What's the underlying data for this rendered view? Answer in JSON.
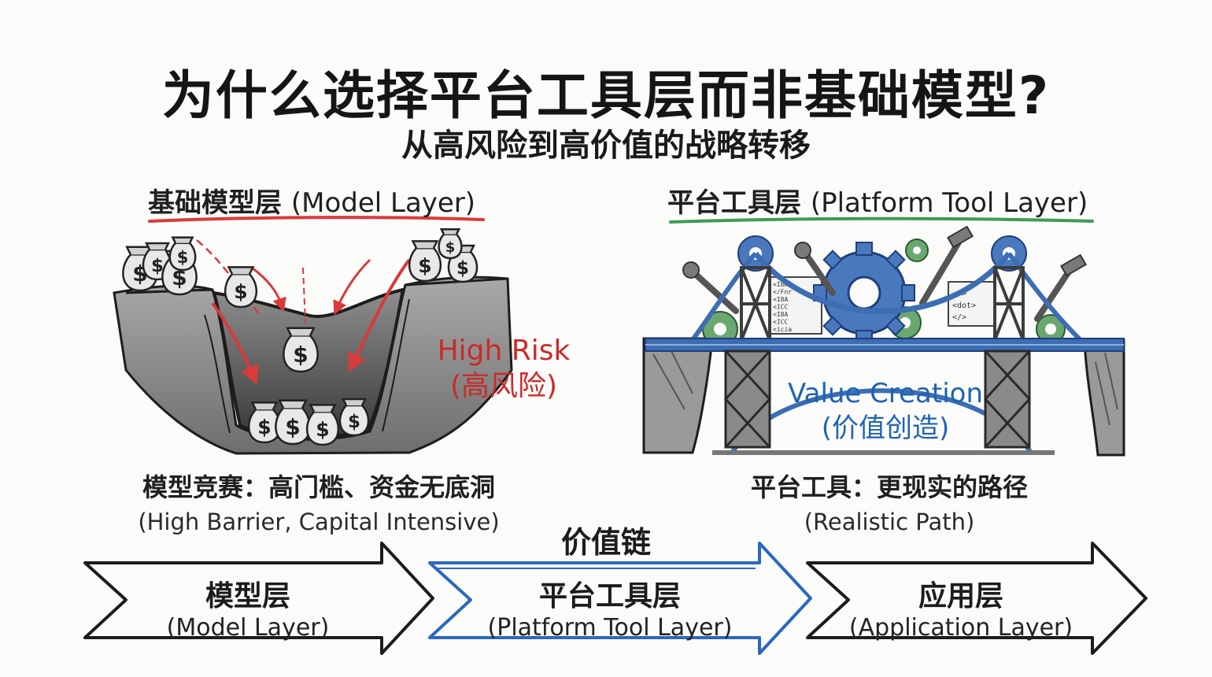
{
  "title": "为什么选择平台工具层而非基础模型?",
  "subtitle": "从高风险到高价值的战略转移",
  "left_panel": {
    "heading_zh": "基础模型层",
    "heading_en": "(Model Layer)",
    "risk_en": "High Risk",
    "risk_zh": "(高风险)",
    "caption_zh": "模型竞赛：高门槛、资金无底洞",
    "caption_en": "(High Barrier, Capital Intensive)",
    "money_symbol": "$",
    "accent_color": "#d93a3a"
  },
  "right_panel": {
    "heading_zh": "平台工具层",
    "heading_en": "(Platform Tool Layer)",
    "value_en": "Value Creation",
    "value_zh": "(价值创造)",
    "caption_zh": "平台工具：更现实的路径",
    "caption_en": "(Realistic Path)",
    "accent_color": "#3f9a52",
    "bridge_color": "#3d6db3",
    "code_left": [
      "<I8A",
      "</Fnr",
      "<I8A",
      "<ICC",
      "<I8A",
      "<ICC",
      "<icia"
    ],
    "code_right": [
      "</>",
      "<dot>",
      "</>"
    ]
  },
  "value_chain": {
    "title": "价值链",
    "stages": [
      {
        "zh": "模型层",
        "en": "(Model Layer)",
        "color": "#1c1c1c"
      },
      {
        "zh": "平台工具层",
        "en": "(Platform Tool Layer)",
        "color": "#2a68c0"
      },
      {
        "zh": "应用层",
        "en": "(Application Layer)",
        "color": "#1c1c1c"
      }
    ]
  }
}
